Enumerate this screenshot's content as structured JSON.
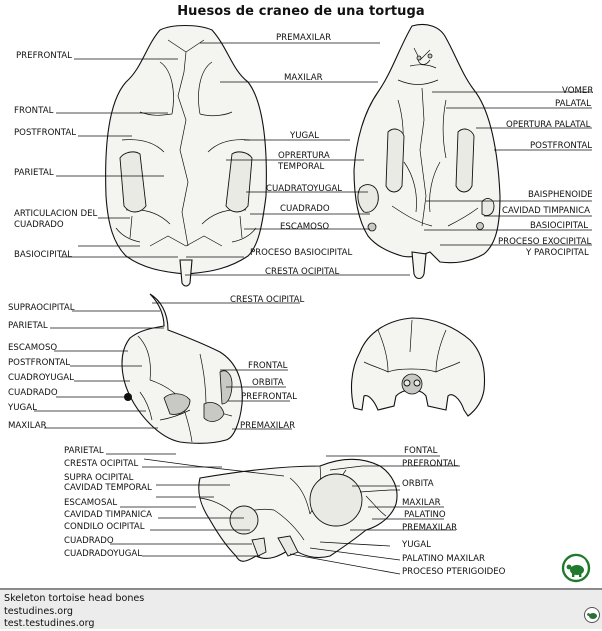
{
  "title": "Huesos de craneo de una tortuga",
  "footer": {
    "line1": "Skeleton tortoise head bones",
    "line2": "testudines.org",
    "line3": "test.testudines.org"
  },
  "labels": {
    "premaxilar": "PREMAXILAR",
    "prefrontal_tl": "PREFRONTAL",
    "maxilar_top": "MAXILAR",
    "vomer": "VOMER",
    "palatal": "PALATAL",
    "frontal_tl": "FRONTAL",
    "opertura_palatal": "OPERTURA PALATAL",
    "postfrontal_tl": "POSTFRONTAL",
    "yugal_top": "YUGAL",
    "postfrontal_tr": "POSTFRONTAL",
    "oprertura_l1": "OPRERTURA",
    "oprertura_l2": "TEMPORAL",
    "parietal_tl": "PARIETAL",
    "cuadratoyugal_top": "CUADRATOYUGAL",
    "baisphenoide": "BAISPHENOIDE",
    "articulacion_l1": "ARTICULACION DEL",
    "articulacion_l2": "CUADRADO",
    "cuadrado_top": "CUADRADO",
    "cavidad_timpanica_top": "CAVIDAD TIMPANICA",
    "escamoso_top": "ESCAMOSO",
    "basiocipital_tr": "BASIOCIPITAL",
    "basiocipital_tl": "BASIOCIPITAL",
    "proceso_basiocipital": "PROCESO  BASIOCIPITAL",
    "proceso_exocipital_l1": "PROCESO EXOCIPITAL",
    "proceso_exocipital_l2": "Y PAROCIPITAL",
    "cresta_ocipital_top": "CRESTA OCIPITAL",
    "cresta_ocipital_mid": "CRESTA OCIPITAL",
    "supraocipital": "SUPRAOCIPITAL",
    "parietal_ml": "PARIETAL",
    "escamoso_ml": "ESCAMOSO",
    "postfrontal_ml": "POSTFRONTAL",
    "frontal_mr": "FRONTAL",
    "cuadroyugal_ml": "CUADROYUGAL",
    "orbita_mr": "ORBITA",
    "cuadrado_ml": "CUADRADO",
    "prefrontal_mr": "PREFRONTAL",
    "yugal_ml": "YUGAL",
    "maxilar_ml": "MAXILAR",
    "premaxilar_mr": "PREMAXILAR",
    "parietal_bl": "PARIETAL",
    "fontal_br": "FONTAL",
    "cresta_ocipital_bl": "CRESTA OCIPITAL",
    "prefrontal_br": "PREFRONTAL",
    "supra_ocipital": "SUPRA OCIPITAL",
    "orbita_br": "ORBITA",
    "cavidad_temporal": "CAVIDAD TEMPORAL",
    "escamosal": "ESCAMOSAL",
    "maxilar_br": "MAXILAR",
    "cavidad_timpanica_bl": "CAVIDAD TIMPANICA",
    "palatino": "PALATINO",
    "condilo_ocipital": "CONDILO OCIPITAL",
    "premaxilar_br": "PREMAXILAR",
    "cuadrado_bl": "CUADRADO",
    "yugal_br": "YUGAL",
    "cuadradoyugal_bl": "CUADRADOYUGAL",
    "palatino_maxilar": "PALATINO MAXILAR",
    "proceso_pterigoideo": "PROCESO PTERIGOIDEO"
  },
  "icons": {
    "logo": "turtle-logo-icon",
    "corner": "turtle-small-icon"
  }
}
